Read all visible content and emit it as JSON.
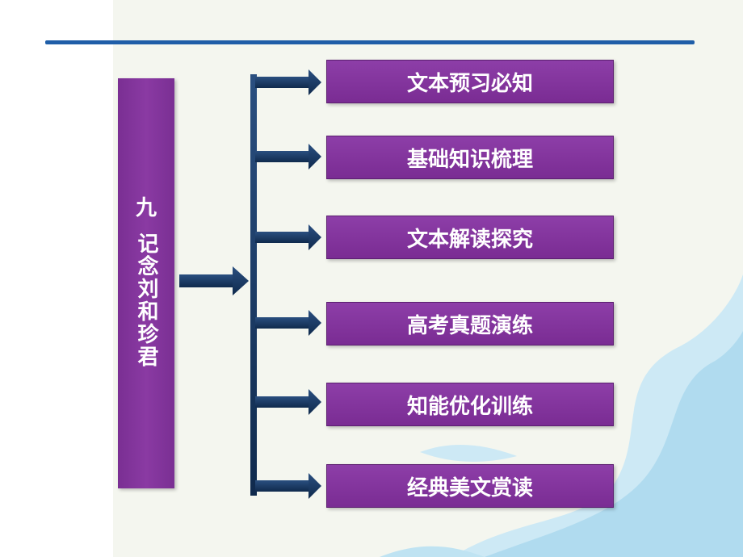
{
  "title": {
    "number": "九",
    "text": "记念刘和珍君"
  },
  "menu": [
    {
      "label": "文本预习必知"
    },
    {
      "label": "基础知识梳理"
    },
    {
      "label": "文本解读探究"
    },
    {
      "label": "高考真题演练"
    },
    {
      "label": "知能优化训练"
    },
    {
      "label": "经典美文赏读"
    }
  ],
  "colors": {
    "box_purple": "#7a2f93",
    "arrow_navy": "#17375e",
    "rule_blue": "#1f5ea8",
    "wave_blue": "#bfe3f2"
  }
}
